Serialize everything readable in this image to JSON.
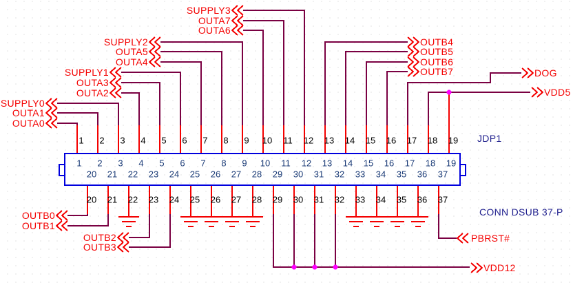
{
  "component": {
    "designator": "JDP1",
    "part_label": "CONN DSUB 37-P",
    "pins_top": [
      "1",
      "2",
      "3",
      "4",
      "5",
      "6",
      "7",
      "8",
      "9",
      "10",
      "11",
      "12",
      "13",
      "14",
      "15",
      "16",
      "17",
      "18",
      "19"
    ],
    "pins_bottom": [
      "20",
      "21",
      "22",
      "23",
      "24",
      "25",
      "26",
      "27",
      "28",
      "29",
      "30",
      "31",
      "32",
      "33",
      "34",
      "35",
      "36",
      "37"
    ]
  },
  "nets": {
    "supply3": "SUPPLY3",
    "outa7": "OUTA7",
    "outa6": "OUTA6",
    "supply2": "SUPPLY2",
    "outa5": "OUTA5",
    "outa4": "OUTA4",
    "supply1": "SUPPLY1",
    "outa3": "OUTA3",
    "outa2": "OUTA2",
    "supply0": "SUPPLY0",
    "outa1": "OUTA1",
    "outa0": "OUTA0",
    "outb4": "OUTB4",
    "outb5": "OUTB5",
    "outb6": "OUTB6",
    "outb7": "OUTB7",
    "dog": "DOG",
    "vdd5": "VDD5",
    "outb0": "OUTB0",
    "outb1": "OUTB1",
    "outb2": "OUTB2",
    "outb3": "OUTB3",
    "pbrst": "PBRST#",
    "vdd12": "VDD12"
  },
  "connections": {
    "1": "OUTA0",
    "2": "OUTA1",
    "3": "SUPPLY0",
    "4": "OUTA2",
    "5": "OUTA3",
    "6": "SUPPLY1",
    "7": "OUTA4",
    "8": "OUTA5",
    "9": "SUPPLY2",
    "10": "OUTA6",
    "11": "OUTA7",
    "12": "SUPPLY3",
    "13": "OUTB4",
    "14": "OUTB5",
    "15": "OUTB6",
    "16": "OUTB7",
    "17": "DOG",
    "18": "VDD5",
    "19": "VDD5",
    "20": "OUTB0",
    "21": "OUTB1",
    "22": "GND",
    "23": "OUTB2",
    "24": "OUTB3",
    "25": "GND",
    "26": "GND",
    "27": "GND",
    "28": "GND",
    "29": "VDD12",
    "30": "VDD12",
    "31": "VDD12",
    "32": "VDD12",
    "33": "GND",
    "34": "GND",
    "35": "GND",
    "36": "GND",
    "37": "PBRST#"
  },
  "colors": {
    "wire": "#7a0042",
    "pin_and_port_red": "#f40000",
    "component_outline_blue": "#0000dd",
    "inside_pin_number_blue": "#1d3d78",
    "annotation_navy": "#20208e",
    "outside_pin_number_black": "#000000",
    "junction_dot_magenta": "#ff00ff",
    "background": "#ffffff",
    "grid_dot": "#c6c6c6"
  }
}
